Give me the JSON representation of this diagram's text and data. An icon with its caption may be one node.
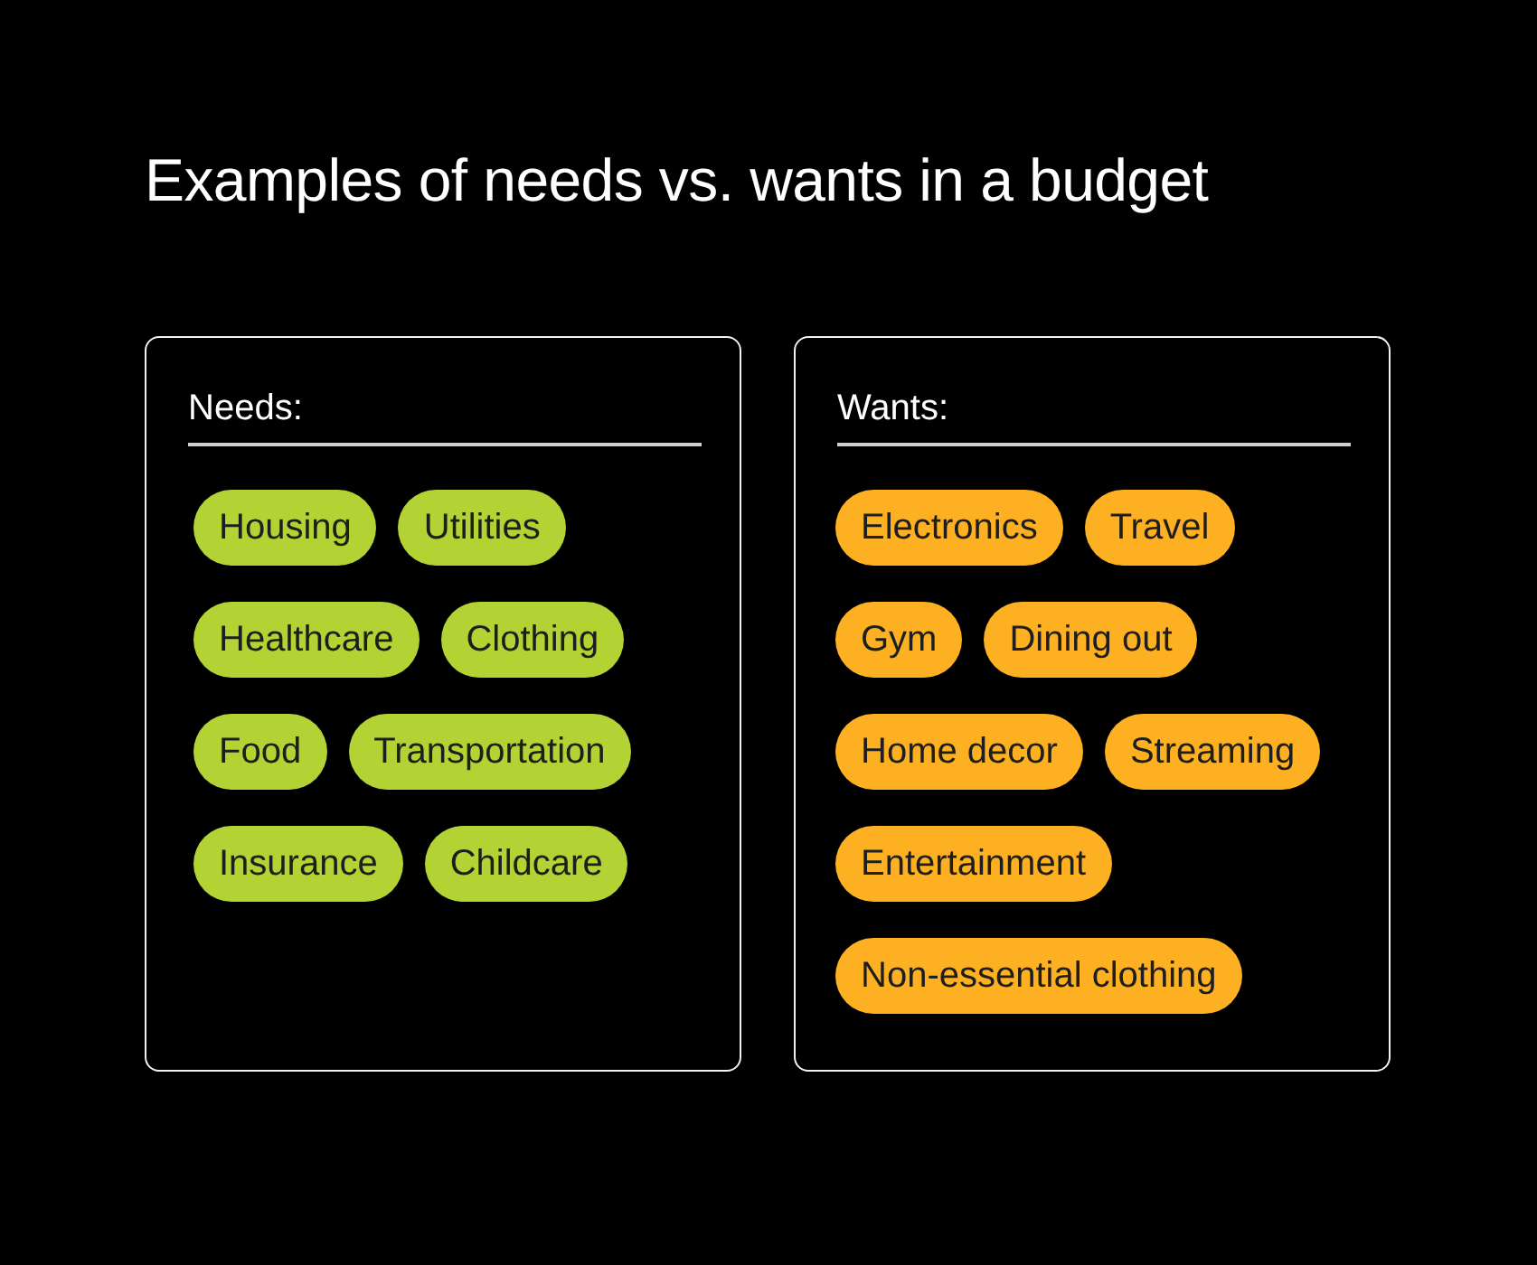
{
  "diagram": {
    "title": "Examples of needs vs. wants in a budget",
    "nodes": [
      {
        "text": [
          "Needs:"
        ]
      },
      {
        "text": [
          "Housing"
        ],
        "in": 0
      },
      {
        "text": [
          "Utilities"
        ],
        "in": 0
      },
      {
        "text": [
          "Healthcare"
        ],
        "in": 0
      },
      {
        "text": [
          "Clothing"
        ],
        "in": 0
      },
      {
        "text": [
          "Food"
        ],
        "in": 0
      },
      {
        "text": [
          "Transportation"
        ],
        "in": 0
      },
      {
        "text": [
          "Insurance"
        ],
        "in": 0
      },
      {
        "text": [
          "Childcare"
        ],
        "in": 0
      },
      {
        "text": [
          "Wants:"
        ]
      },
      {
        "text": [
          "Electronics"
        ],
        "in": 9
      },
      {
        "text": [
          "Travel"
        ],
        "in": 9
      },
      {
        "text": [
          "Gym"
        ],
        "in": 9
      },
      {
        "text": [
          "Dining out"
        ],
        "in": 9
      },
      {
        "text": [
          "Home decor"
        ],
        "in": 9
      },
      {
        "text": [
          "Streaming"
        ],
        "in": 9
      },
      {
        "text": [
          "Entertainment"
        ],
        "in": 9
      },
      {
        "text": [
          "Non-essential clothing"
        ],
        "in": 9
      }
    ]
  }
}
